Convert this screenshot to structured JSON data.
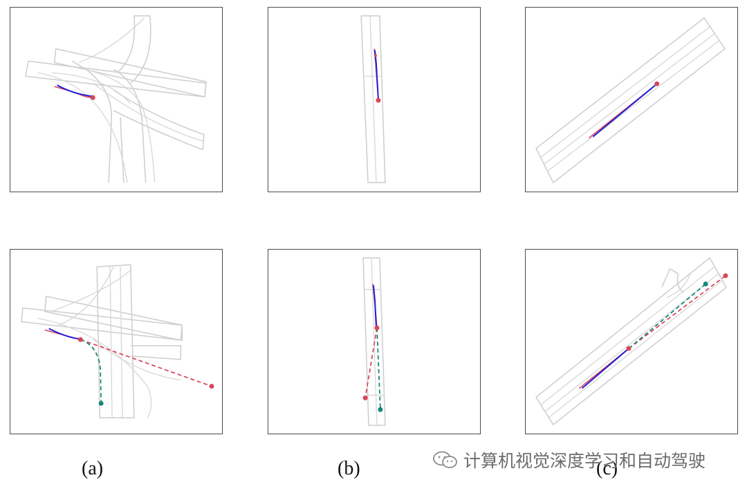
{
  "colors": {
    "road": "#cfcfcf",
    "history": "#1f1fd6",
    "ground_truth": "#d9465a",
    "prediction_alt": "#16877a",
    "frame": "#4a4a4a"
  },
  "captions": [
    "(a)",
    "(b)",
    "(c)"
  ],
  "watermark": {
    "icon": "wechat-icon",
    "text": "计算机视觉深度学习和自动驾驶"
  }
}
